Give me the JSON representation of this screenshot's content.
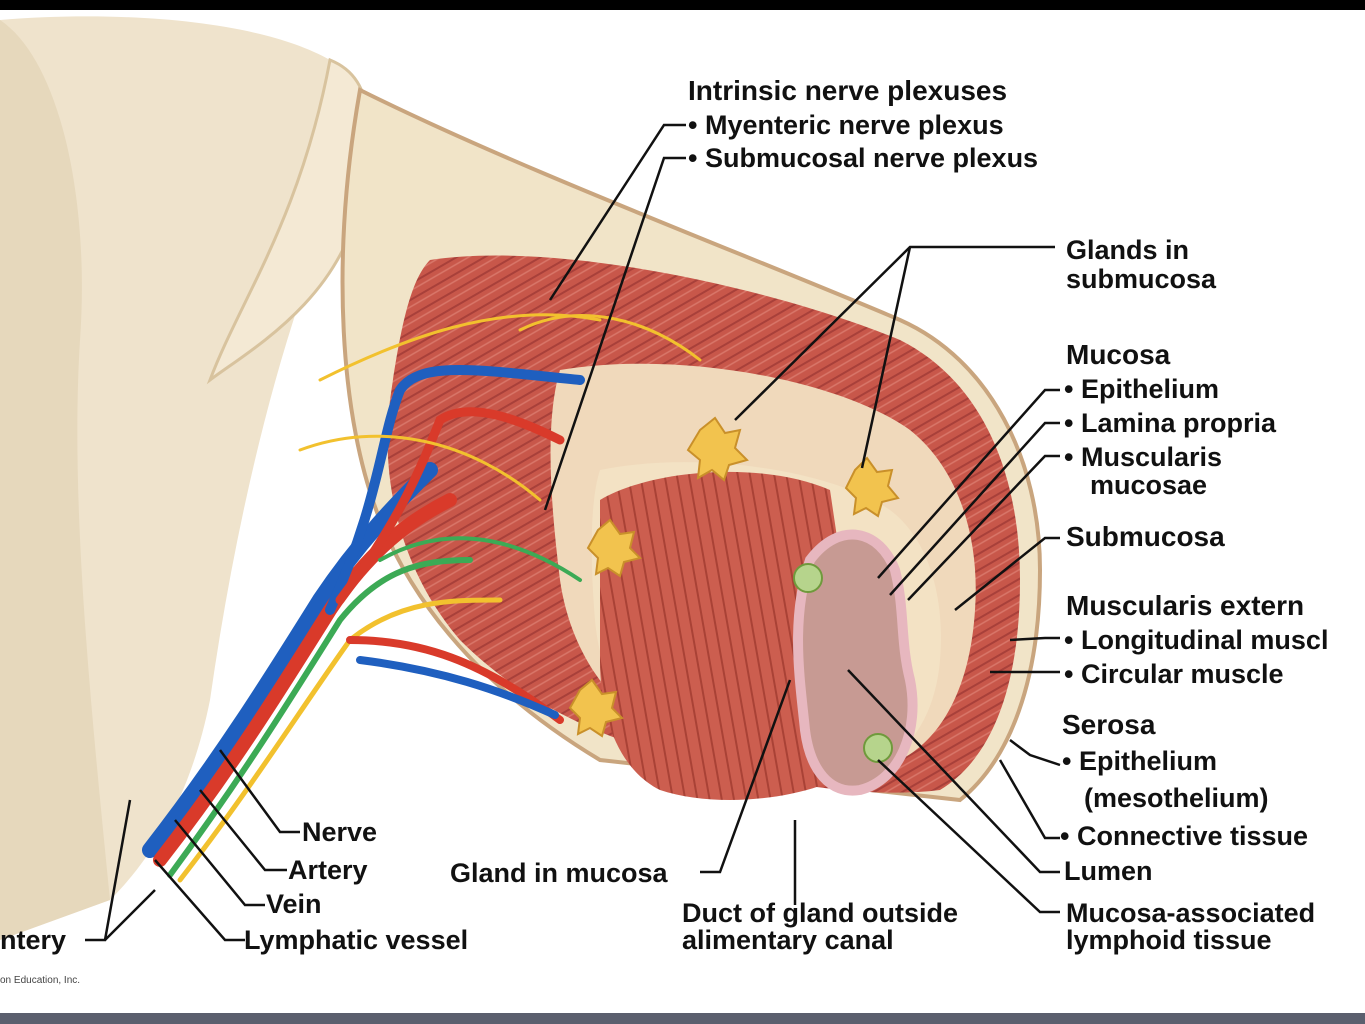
{
  "labels": {
    "intrinsic_header": "Intrinsic nerve plexuses",
    "myenteric": "• Myenteric nerve plexus",
    "submucosal_plexus": "• Submucosal nerve plexus",
    "glands_submucosa_1": "Glands in",
    "glands_submucosa_2": "submucosa",
    "mucosa_header": "Mucosa",
    "epithelium": "• Epithelium",
    "lamina_propria": "• Lamina propria",
    "muscularis_mucosae_1": "• Muscularis",
    "muscularis_mucosae_2": "mucosae",
    "submucosa": "Submucosa",
    "muscularis_externa": "Muscularis extern",
    "longitudinal": "• Longitudinal muscl",
    "circular": "• Circular muscle",
    "serosa": "Serosa",
    "serosa_epithelium": "• Epithelium",
    "mesothelium": "(mesothelium)",
    "connective": "• Connective tissue",
    "lumen": "Lumen",
    "malt_1": "Mucosa-associated",
    "malt_2": "lymphoid tissue",
    "duct_1": "Duct of gland outside",
    "duct_2": "alimentary canal",
    "gland_mucosa": "Gland in mucosa",
    "nerve": "Nerve",
    "artery": "Artery",
    "vein": "Vein",
    "lymphatic": "Lymphatic vessel",
    "mesentery": "ntery",
    "copyright": "on Education, Inc."
  },
  "colors": {
    "muscle": "#c8574a",
    "muscle_dark": "#a8403a",
    "tissue_cream": "#f2e3c4",
    "mesentery": "#efe3cc",
    "artery": "#d93a2a",
    "vein": "#1f5fbf",
    "nerve": "#f2c12e",
    "lymphatic": "#3caa55",
    "lumen": "#c79a93",
    "epithelium": "#e7b7bf"
  }
}
